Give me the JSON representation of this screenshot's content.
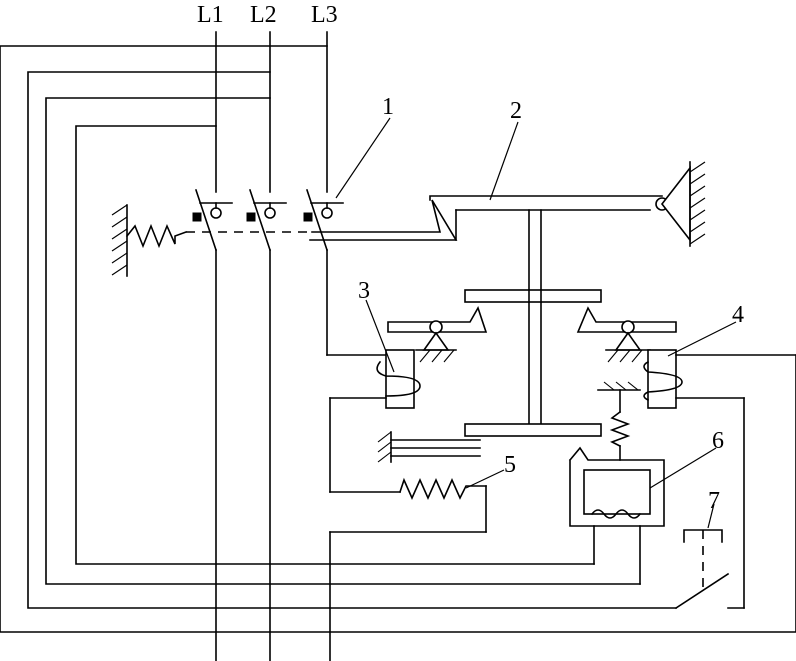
{
  "phases": [
    "L1",
    "L2",
    "L3"
  ],
  "callouts": [
    "1",
    "2",
    "3",
    "4",
    "5",
    "6",
    "7"
  ],
  "colors": {
    "ink": "#000000",
    "paper": "#ffffff"
  }
}
